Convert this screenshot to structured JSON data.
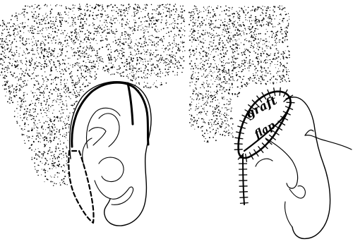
{
  "figure": {
    "colors": {
      "ink": "#000000",
      "background": "#ffffff",
      "stipple": "#000000"
    },
    "left_panel": {
      "description_items": [
        "scalp-hair-stipple",
        "ear-outline",
        "helix-incision",
        "posterior-incision",
        "dashed-flap-outline"
      ]
    },
    "right_panel": {
      "labels": {
        "graft": "graft",
        "flap": "flap"
      }
    }
  }
}
